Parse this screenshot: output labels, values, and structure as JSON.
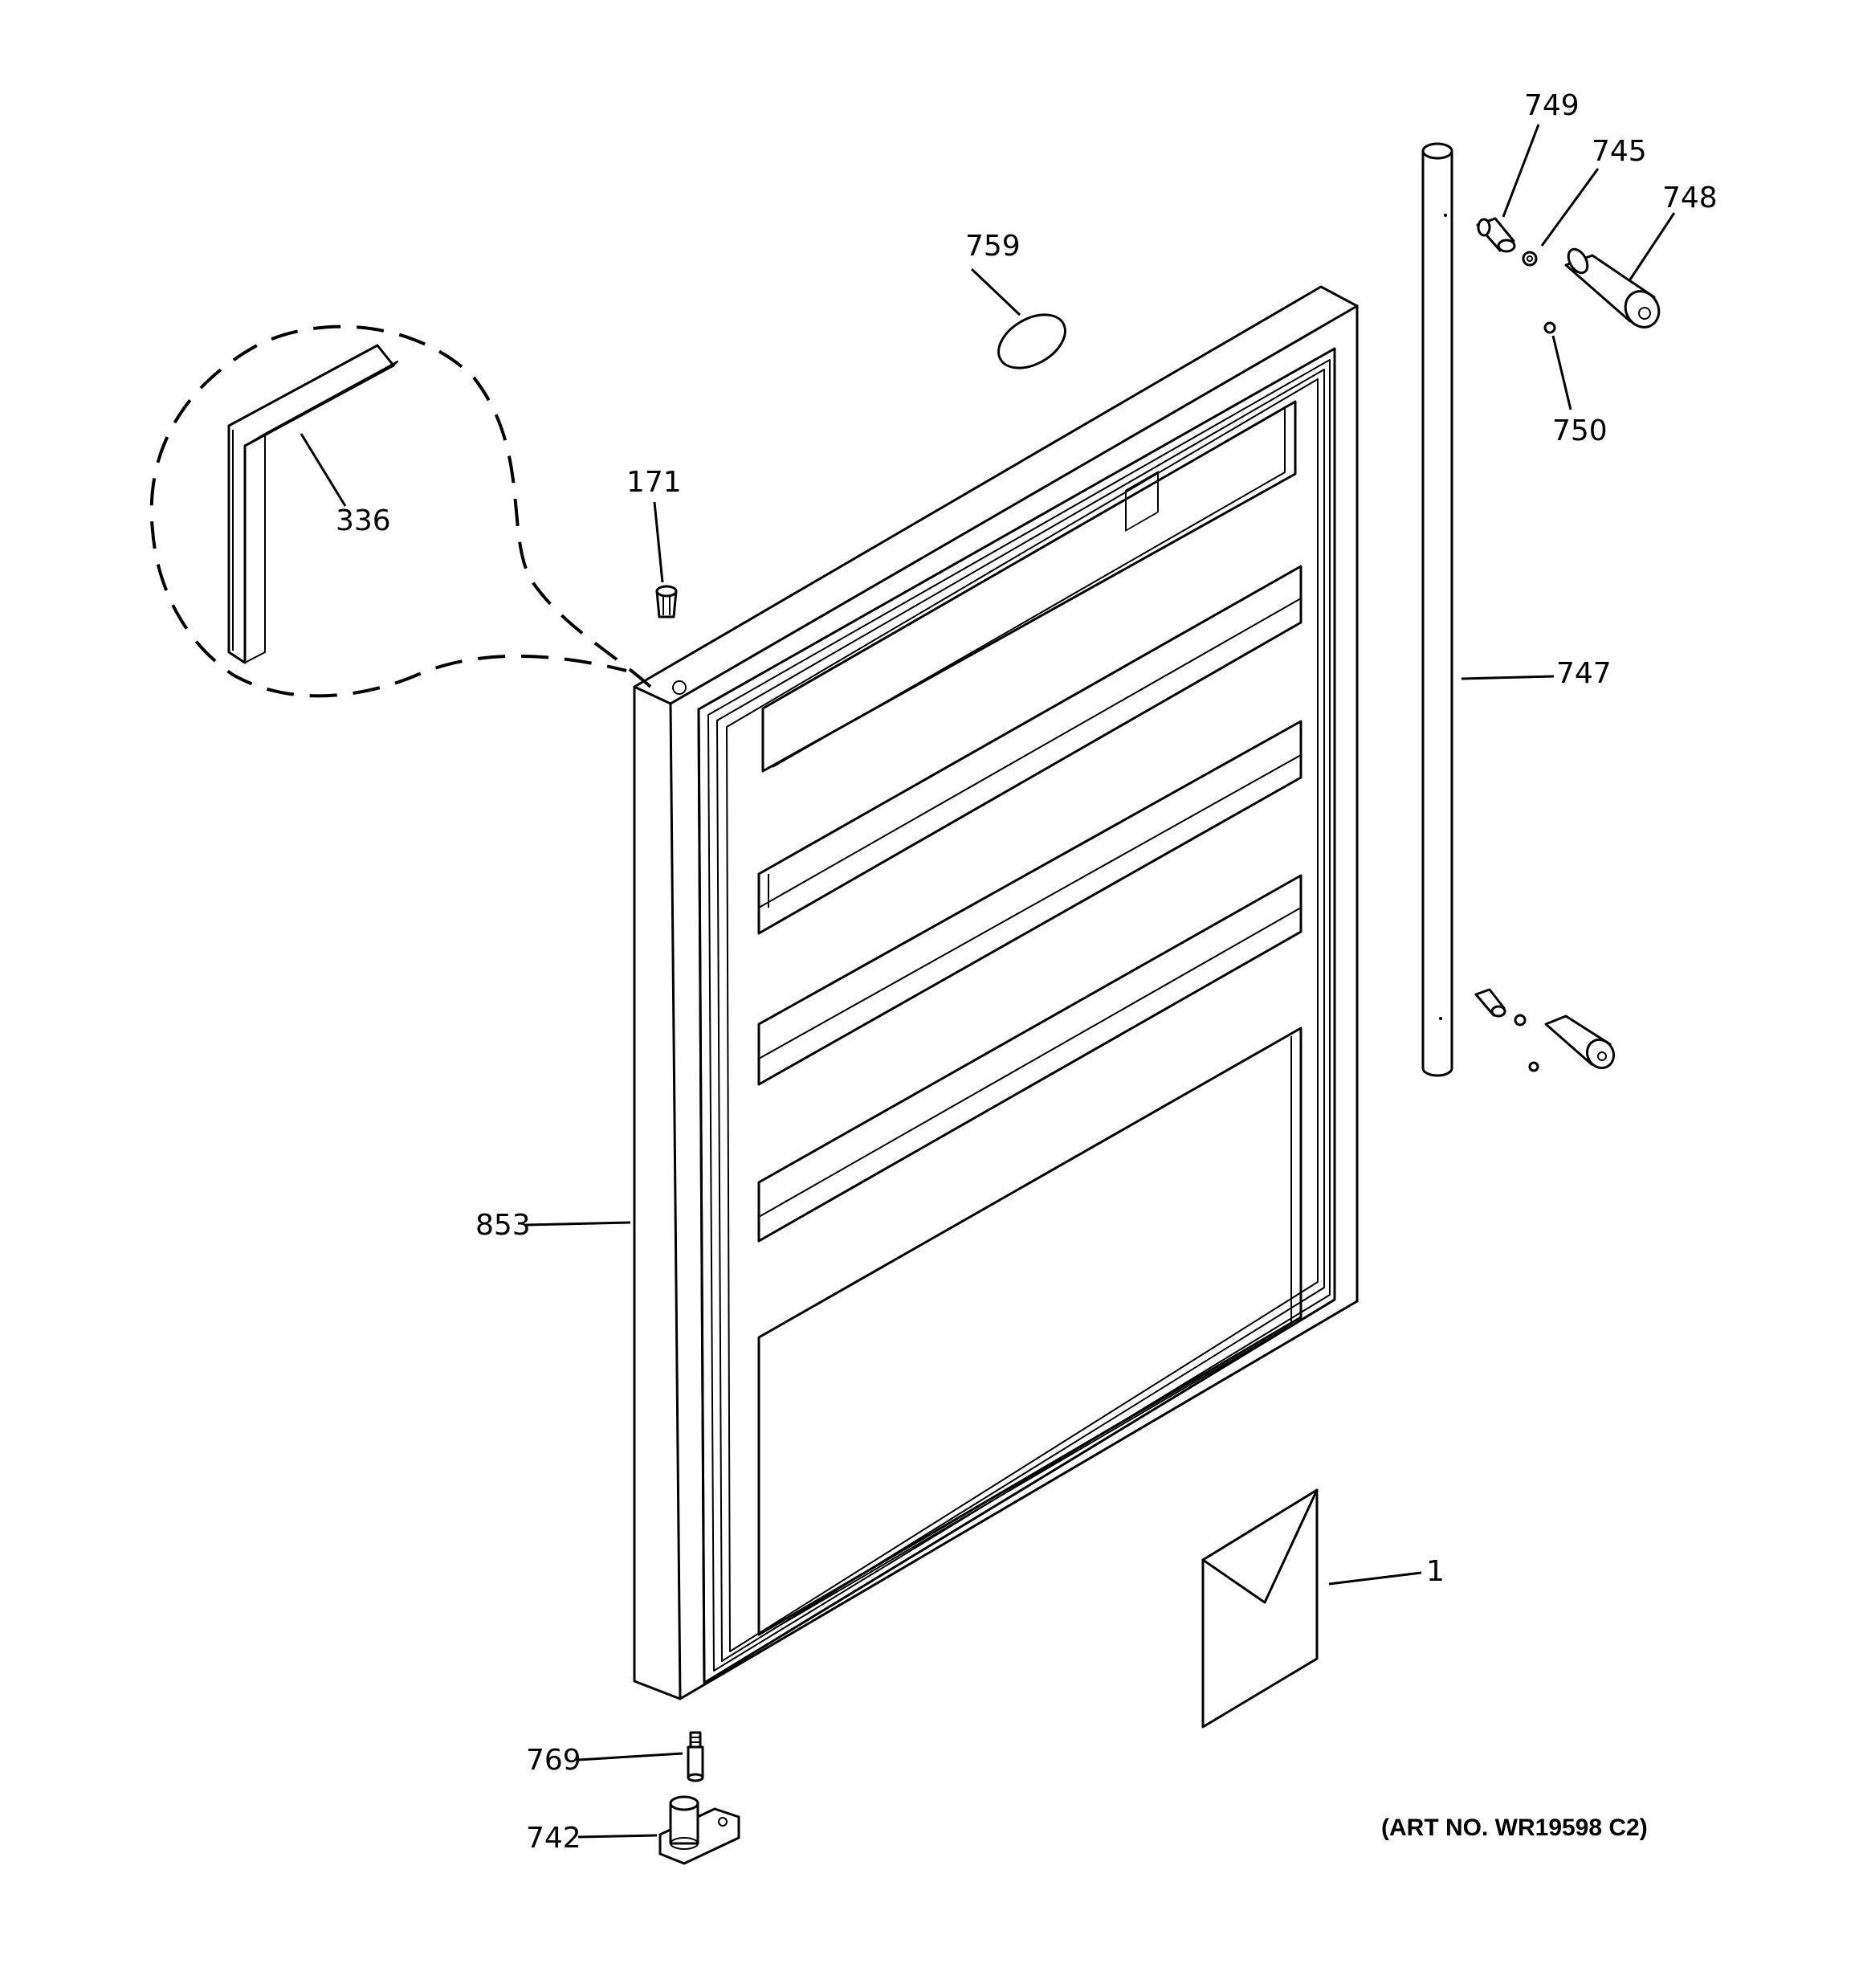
{
  "diagram": {
    "art_number": "(ART NO. WR19598 C2)",
    "callouts": {
      "p749": "749",
      "p745": "745",
      "p748": "748",
      "p750": "750",
      "p759": "759",
      "p747": "747",
      "p336": "336",
      "p171": "171",
      "p853": "853",
      "p1": "1",
      "p769": "769",
      "p742": "742"
    }
  }
}
